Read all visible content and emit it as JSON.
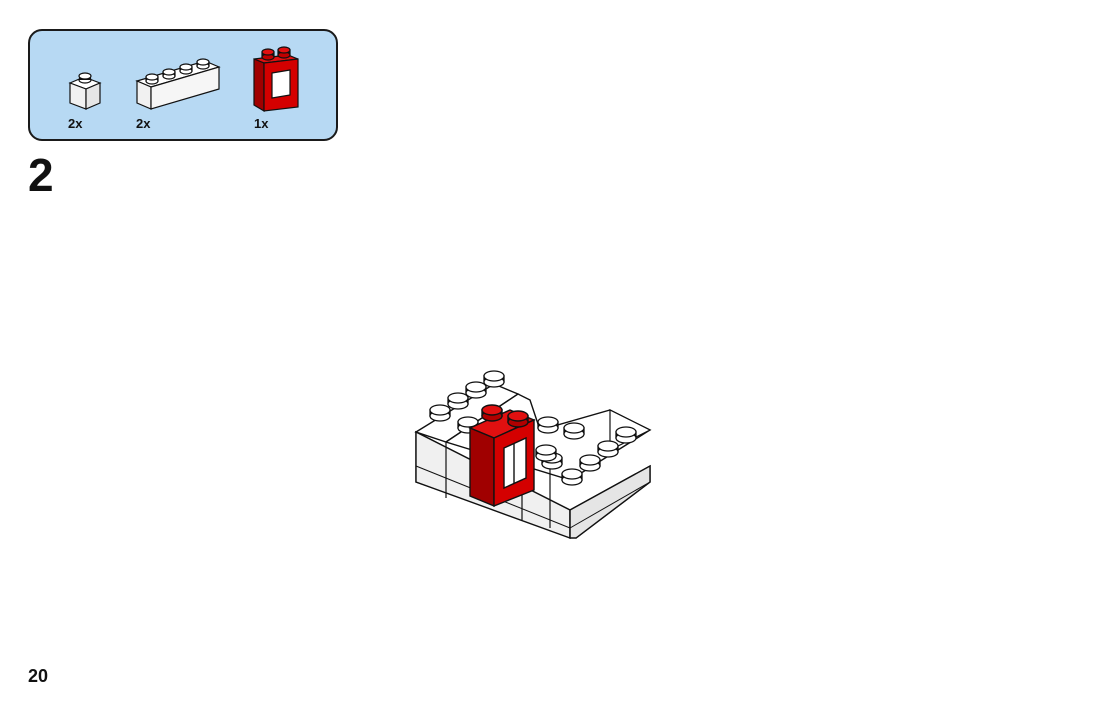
{
  "parts_list": {
    "items": [
      {
        "icon": "brick-1x1-white",
        "color": "#ffffff",
        "quantity": "2x"
      },
      {
        "icon": "brick-1x4-white",
        "color": "#ffffff",
        "quantity": "2x"
      },
      {
        "icon": "window-frame-1x2x2-red",
        "color": "#d40000",
        "quantity": "1x"
      }
    ]
  },
  "step": {
    "number": "2"
  },
  "page": {
    "number": "20"
  },
  "colors": {
    "panel": "#b7d9f3",
    "brick_white": "#ffffff",
    "brick_red": "#d40000",
    "outline": "#111111"
  }
}
